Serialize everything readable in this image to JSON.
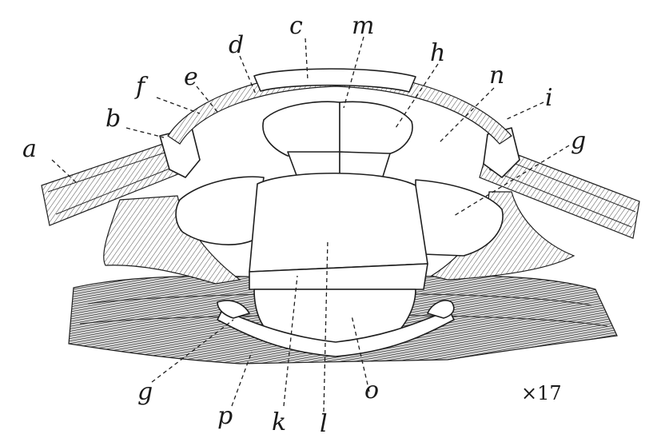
{
  "labels": {
    "a": "a",
    "b": "b",
    "c": "c",
    "d": "d",
    "e": "e",
    "f": "f",
    "g_right": "g",
    "g_left": "g",
    "h": "h",
    "i": "i",
    "k": "k",
    "l": "l",
    "m": "m",
    "n": "n",
    "o": "o",
    "p": "p"
  },
  "scale": "×17",
  "colors": {
    "ink": "#1e1e1e",
    "paper": "#ffffff"
  }
}
